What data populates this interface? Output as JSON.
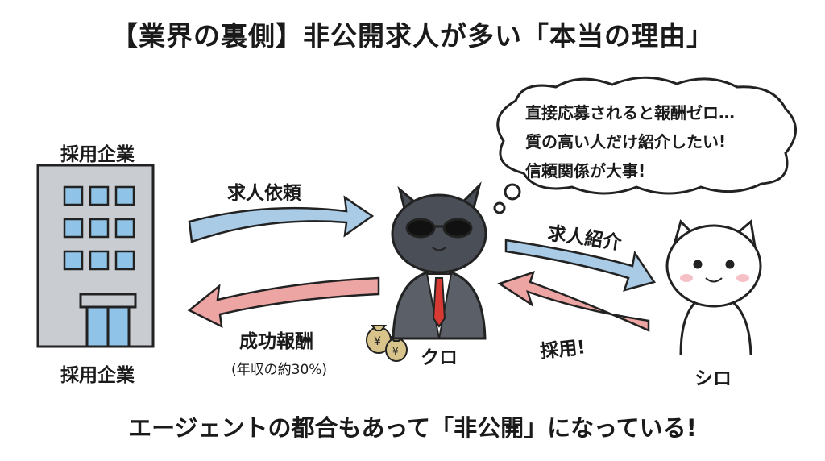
{
  "title": "【業界の裏側】非公開求人が多い「本当の理由」",
  "company": {
    "label_top": "採用企業",
    "label_bottom": "採用企業"
  },
  "arrows": {
    "request": "求人依頼",
    "fee": "成功報酬",
    "fee_note": "(年収の約30%)",
    "introduce": "求人紹介",
    "hire": "採用!"
  },
  "agent": {
    "name": "クロ"
  },
  "candidate": {
    "name": "シロ"
  },
  "thought": {
    "lines": [
      "直接応募されると報酬ゼロ…",
      "質の高い人だけ紹介したい!",
      "信頼関係が大事!"
    ]
  },
  "footer": "エージェントの都合もあって「非公開」になっている!",
  "colors": {
    "blue_arrow": "#a9cbe6",
    "red_arrow": "#eda5a3",
    "building": "#c9ccd1",
    "window": "#8fc3e8",
    "black_cat": "#4a4f57"
  }
}
